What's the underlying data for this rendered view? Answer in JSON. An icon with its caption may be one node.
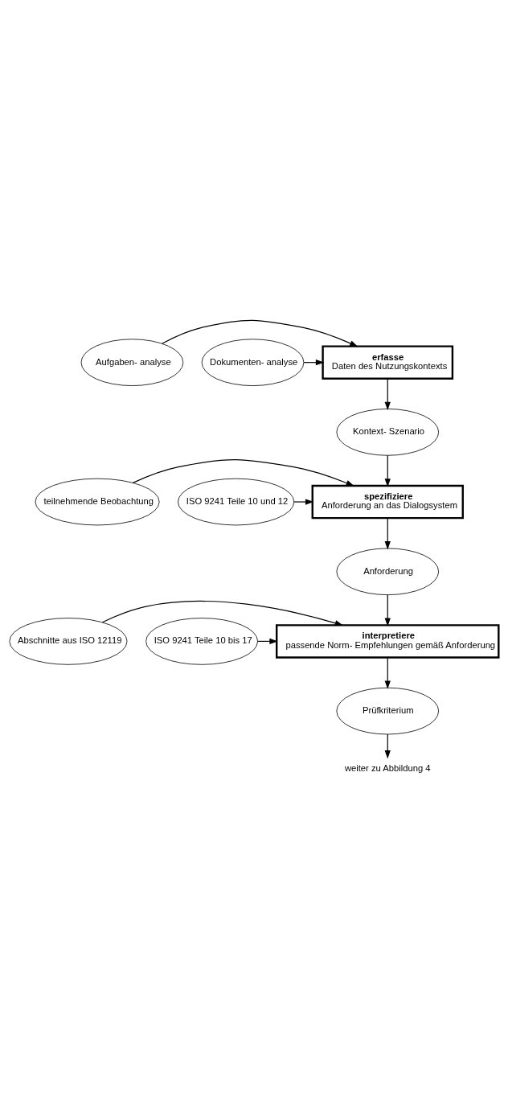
{
  "diagram": {
    "nodes": [
      {
        "text": [
          "Aufgaben- analyse"
        ]
      },
      {
        "text": [
          "Dokumenten- analyse"
        ]
      },
      {
        "text": [
          "erfasse",
          "Daten des Nutzungskontexts"
        ]
      },
      {
        "text": [
          "Kontext- Szenario"
        ]
      },
      {
        "text": [
          "teilnehmende Beobachtung"
        ]
      },
      {
        "text": [
          "ISO 9241 Teile 10 und 12"
        ]
      },
      {
        "text": [
          "spezifiziere",
          "Anforderung an das Dialogsystem"
        ]
      },
      {
        "text": [
          "Anforderung"
        ]
      },
      {
        "text": [
          "Abschnitte aus ISO 12119"
        ]
      },
      {
        "text": [
          "ISO 9241 Teile 10 bis 17"
        ]
      },
      {
        "text": [
          "interpretiere",
          "passende Norm- Empfehlungen gemäß Anforderung"
        ]
      },
      {
        "text": [
          "Prüfkriterium"
        ]
      },
      {
        "text": [
          "weiter zu Abbildung 4"
        ]
      }
    ],
    "edges": [
      {
        "from": 0,
        "to": 2,
        "arrow": "to"
      },
      {
        "from": 1,
        "to": 2,
        "arrow": "to"
      },
      {
        "from": 2,
        "to": 3,
        "arrow": "to"
      },
      {
        "from": 3,
        "to": 6,
        "arrow": "to"
      },
      {
        "from": 4,
        "to": 6,
        "arrow": "to"
      },
      {
        "from": 5,
        "to": 6,
        "arrow": "to"
      },
      {
        "from": 6,
        "to": 7,
        "arrow": "to"
      },
      {
        "from": 7,
        "to": 10,
        "arrow": "to"
      },
      {
        "from": 8,
        "to": 10,
        "arrow": "to"
      },
      {
        "from": 9,
        "to": 10,
        "arrow": "to"
      },
      {
        "from": 10,
        "to": 11,
        "arrow": "to"
      },
      {
        "from": 11,
        "to": 12,
        "arrow": "to"
      }
    ]
  }
}
